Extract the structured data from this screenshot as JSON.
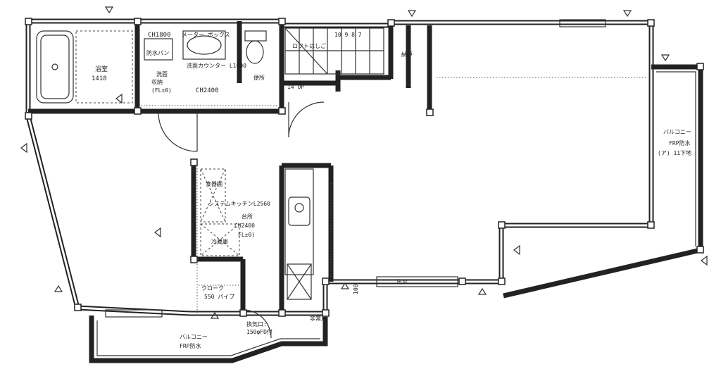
{
  "labels": {
    "ch1800": "CH1800",
    "mech_box": "メーター ボックス",
    "waterproof_pan": "防水パン",
    "washbasin_counter": "洗面カウンター L1000",
    "bath": "浴室",
    "bath_size": "1418",
    "wash_room": "洗面",
    "ceiling_storage": "収納",
    "fl0_a": "(FL±0)",
    "ch2400_a": "CH2400",
    "toilet": "便所",
    "loft_ladder": "ロフトはしご",
    "stair_numbers": "10 9 8 7",
    "up_label": "14 UP",
    "closet": "納戸",
    "balcony_right": "バルコニー",
    "frp_right": "FRP防水",
    "frp_note": "(ア) 11下地",
    "dish_rack": "食器棚",
    "system_kitchen": "システムキッチンL2560",
    "kitchen": "台所",
    "ch2400_b": "CH2400",
    "fl0_b": "FL±0)",
    "fridge": "冷蔵庫",
    "closet_b": "クローク",
    "pipe_note": "550 パイプ",
    "balcony_bottom": "バルコニー",
    "frp_bottom": "FRP防水",
    "vent": "換気口:",
    "vent_size": "150φFD付",
    "fire_note": "非常用",
    "window_label": "出窓",
    "door_100": "100"
  }
}
